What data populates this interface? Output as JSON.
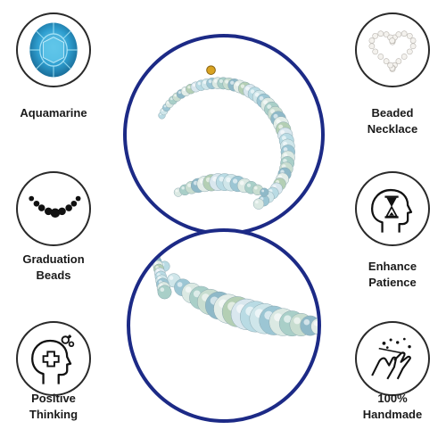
{
  "features": {
    "aquamarine": {
      "label": "Aquamarine",
      "icon": "aquamarine-gem-icon"
    },
    "beaded_necklace": {
      "label_line1": "Beaded",
      "label_line2": "Necklace",
      "icon": "pearl-necklace-icon"
    },
    "graduation_beads": {
      "label_line1": "Graduation",
      "label_line2": "Beads",
      "icon": "graduated-beads-icon"
    },
    "enhance_patience": {
      "label_line1": "Enhance",
      "label_line2": "Patience",
      "icon": "hourglass-head-icon"
    },
    "positive_thinking": {
      "label_line1": "Positive",
      "label_line2": "Thinking",
      "icon": "head-plus-icon"
    },
    "handmade": {
      "label_line1": "100%",
      "label_line2": "Handmade",
      "icon": "hands-threading-icon"
    }
  },
  "colors": {
    "product_ring": "#1c2a86",
    "icon_outline": "#2a2a2a",
    "gem_blue": "#2f9fd0"
  }
}
